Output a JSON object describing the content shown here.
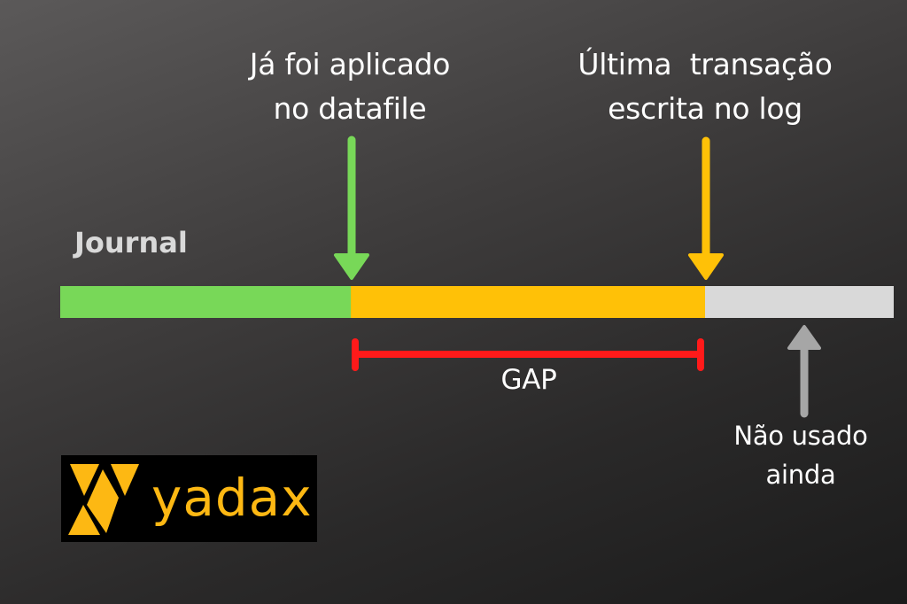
{
  "diagram": {
    "labels": {
      "applied": "Já foi aplicado\nno datafile",
      "last_transaction": "Última  transação\nescrita no log",
      "journal": "Journal",
      "gap": "GAP",
      "unused": "Não usado\nainda"
    },
    "segments": [
      {
        "name": "applied",
        "color": "#78d858"
      },
      {
        "name": "pending",
        "color": "#ffc107"
      },
      {
        "name": "unused",
        "color": "#d9d9d9"
      }
    ],
    "arrows": {
      "applied_color": "#78d858",
      "last_transaction_color": "#ffc107",
      "unused_color": "#a6a6a6"
    },
    "gap_bracket_color": "#ff1a1a"
  },
  "logo": {
    "text": "yadax",
    "color": "#fdb813",
    "background": "#000000"
  }
}
